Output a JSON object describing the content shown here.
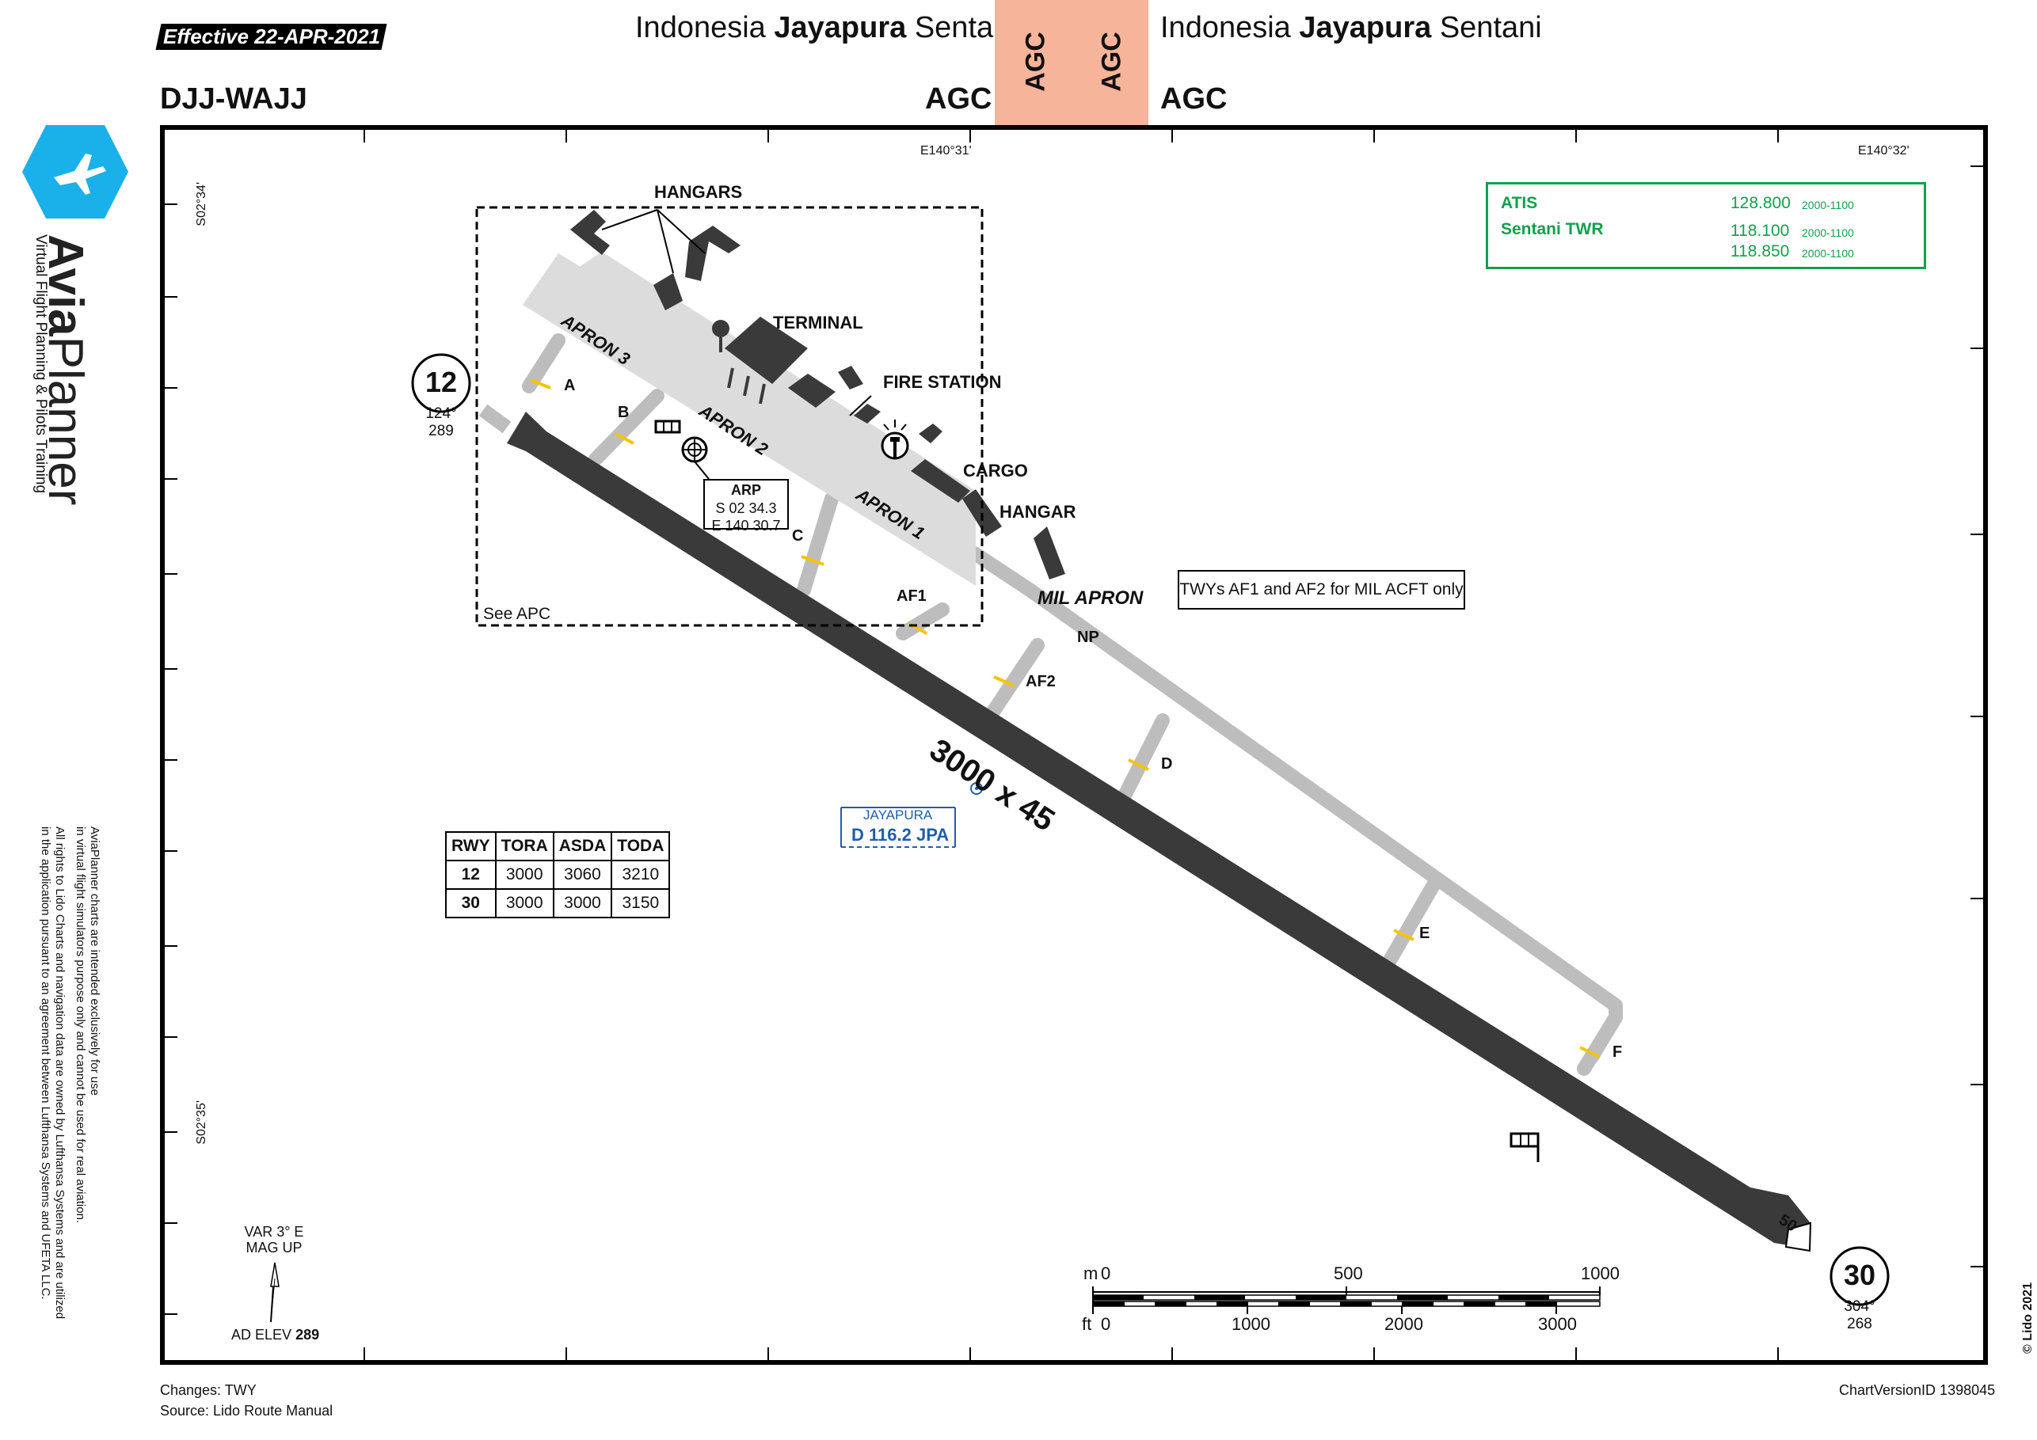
{
  "header": {
    "effective": "Effective  22-APR-2021",
    "country": "Indonesia",
    "city": "Jayapura",
    "airport": "Sentani",
    "codes": "DJJ-WAJJ",
    "chart_code": "AGC"
  },
  "brand": {
    "name_bold": "Avia",
    "name_light": "Planner",
    "tagline": "Virtual Flight Planning & Pilots Training",
    "disclaimer_1": "AviaPlanner charts are intended exclusively for use",
    "disclaimer_2": "in virtual flight simulators  purpose only and cannot be used for real aviation.",
    "disclaimer_3": "All rights to Lido Charts and navigation data are owned by Lufthansa Systems and are utilized",
    "disclaimer_4": "in the application pursuant to an agreement between Lufthansa Systems and UFETA LLC.",
    "accent": "#1ab0ea"
  },
  "coords": {
    "lon1": "E140°31'",
    "lon2": "E140°32'",
    "lat1": "S02°34'",
    "lat2": "S02°35'"
  },
  "frequencies": [
    {
      "name": "ATIS",
      "values": [
        {
          "freq": "128.800",
          "hours": "2000-1100"
        }
      ]
    },
    {
      "name": "Sentani TWR",
      "values": [
        {
          "freq": "118.100",
          "hours": "2000-1100"
        },
        {
          "freq": "118.850",
          "hours": "2000-1100"
        }
      ]
    }
  ],
  "labels": {
    "hangars": "HANGARS",
    "terminal": "TERMINAL",
    "fire_station": "FIRE STATION",
    "cargo": "CARGO",
    "hangar": "HANGAR",
    "mil_apron": "MIL APRON",
    "apron1": "APRON 1",
    "apron2": "APRON 2",
    "apron3": "APRON 3",
    "see_apc": "See APC",
    "arp_title": "ARP",
    "arp_lat": "S 02 34.3",
    "arp_lon": "E 140 30.7",
    "twy_note": "TWYs AF1 and AF2 for MIL ACFT only",
    "runway_dims": "3000 x 45",
    "navaid_name": "JAYAPURA",
    "navaid_id": "D  116.2 JPA",
    "var": "VAR 3° E",
    "mag_up": "MAG UP",
    "elev_label": "AD ELEV",
    "elev_value": "289",
    "taxiways": [
      "A",
      "B",
      "C",
      "AF1",
      "AF2",
      "NP",
      "D",
      "E",
      "F"
    ]
  },
  "runway": {
    "rwy12": {
      "designator": "12",
      "true_heading": "124°",
      "elevation": "289"
    },
    "rwy30": {
      "designator": "30",
      "true_heading": "304°",
      "elevation": "268",
      "displaced": "50"
    }
  },
  "declared_distances": {
    "headers": [
      "RWY",
      "TORA",
      "ASDA",
      "TODA"
    ],
    "rows": [
      [
        "12",
        "3000",
        "3060",
        "3210"
      ],
      [
        "30",
        "3000",
        "3000",
        "3150"
      ]
    ]
  },
  "scale": {
    "m_label": "m",
    "m_ticks": [
      "0",
      "500",
      "1000"
    ],
    "ft_label": "ft",
    "ft_ticks": [
      "0",
      "1000",
      "2000",
      "3000"
    ]
  },
  "footer": {
    "changes": "Changes: TWY",
    "source": "Source: Lido Route Manual",
    "version": "ChartVersionID  1398045",
    "copyright": "© Lido 2021"
  }
}
